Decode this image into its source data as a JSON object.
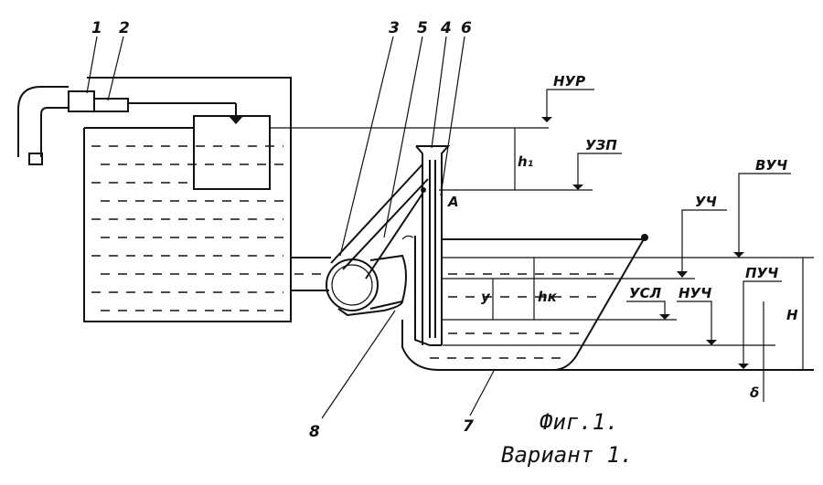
{
  "figure": {
    "caption": "Фиг.1.",
    "variant": "Вариант 1."
  },
  "part_numbers": [
    "1",
    "2",
    "3",
    "5",
    "4",
    "6",
    "8",
    "7"
  ],
  "levels": {
    "nur": "НУР",
    "uzp": "УЗП",
    "vuch": "ВУЧ",
    "uch": "УЧ",
    "puch": "ПУЧ",
    "usl": "УСЛ",
    "nuch": "НУЧ"
  },
  "dimensions": {
    "h1": "h₁",
    "hk": "hк",
    "y": "y",
    "H": "H",
    "delta": "δ"
  },
  "point_a": "А"
}
